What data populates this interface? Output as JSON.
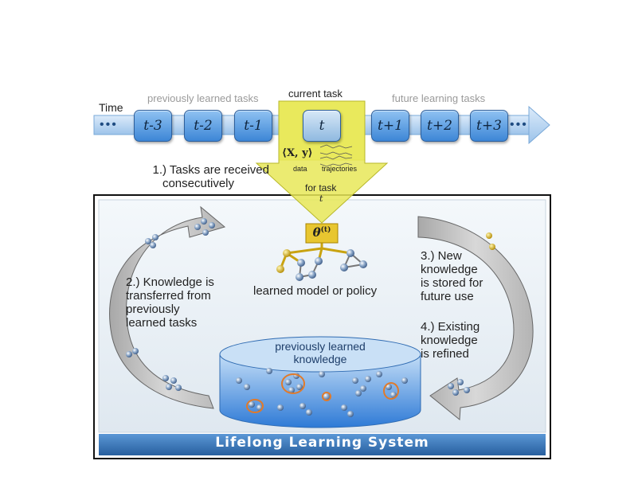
{
  "timeline": {
    "time_label": "Time",
    "previous_label": "previously learned tasks",
    "current_label": "current task",
    "future_label": "future learning tasks",
    "dots_left": "•••",
    "dots_right": "•••",
    "tasks": [
      {
        "label": "t-3"
      },
      {
        "label": "t-2"
      },
      {
        "label": "t-1"
      },
      {
        "label": "t"
      },
      {
        "label": "t+1"
      },
      {
        "label": "t+2"
      },
      {
        "label": "t+3"
      }
    ]
  },
  "task_arrow": {
    "data_math": "⟨X, y⟩",
    "data_label": "data",
    "trajectories_label": "trajectories",
    "for_task_label": "for task",
    "task_symbol": "t"
  },
  "steps": {
    "step1": [
      "1.) Tasks are received",
      "consecutively"
    ],
    "step2": [
      "2.) Knowledge is",
      "transferred from",
      "previously",
      "learned tasks"
    ],
    "step3": [
      "3.) New",
      "knowledge",
      "is stored for",
      "future use"
    ],
    "step4": [
      "4.) Existing",
      "knowledge",
      "is refined"
    ]
  },
  "model": {
    "theta": "θ",
    "theta_sup": "(t)",
    "caption": "learned model or policy"
  },
  "knowledge_store": {
    "label_line1": "previously learned",
    "label_line2": "knowledge"
  },
  "system": {
    "title": "Lifelong Learning System"
  },
  "colors": {
    "task_blue": "#4a90dc",
    "arrow_yellow": "#e8e858",
    "theta_gold": "#d9b318",
    "banner_blue": "#2f6fb3"
  }
}
